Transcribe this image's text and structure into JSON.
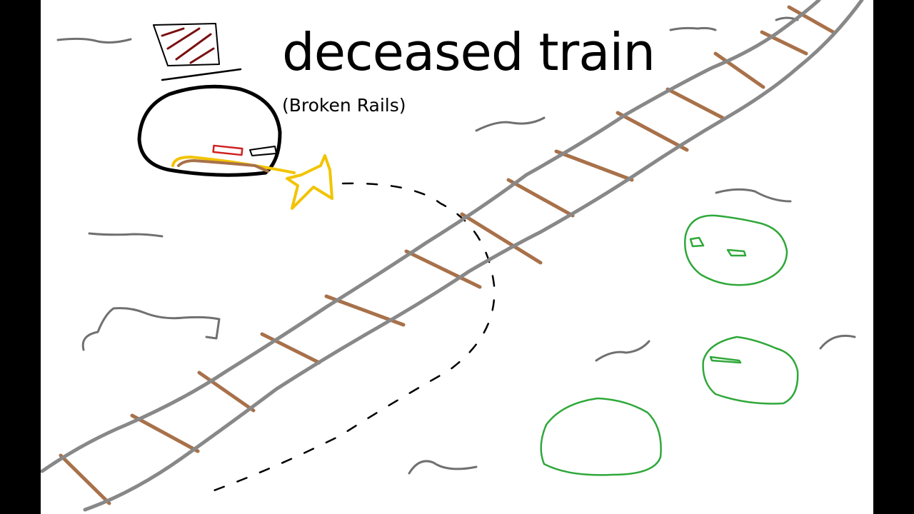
{
  "slide": {
    "title": "deceased train",
    "subtitle": "(Broken Rails)"
  },
  "colors": {
    "background": "#ffffff",
    "letterbox": "#000000",
    "rail": "#888888",
    "tie": "#a8714a",
    "train_outline": "#000000",
    "hat_stripes": "#7a1010",
    "spark": "#f2c400",
    "path": "#000000",
    "bushes": "#2fa83a",
    "scribbles": "#707070"
  },
  "icons": {
    "train": "train-drawing",
    "hat": "top-hat-icon",
    "spark": "spark-icon",
    "bush": "bush-drawing",
    "track": "railroad-track-drawing"
  }
}
